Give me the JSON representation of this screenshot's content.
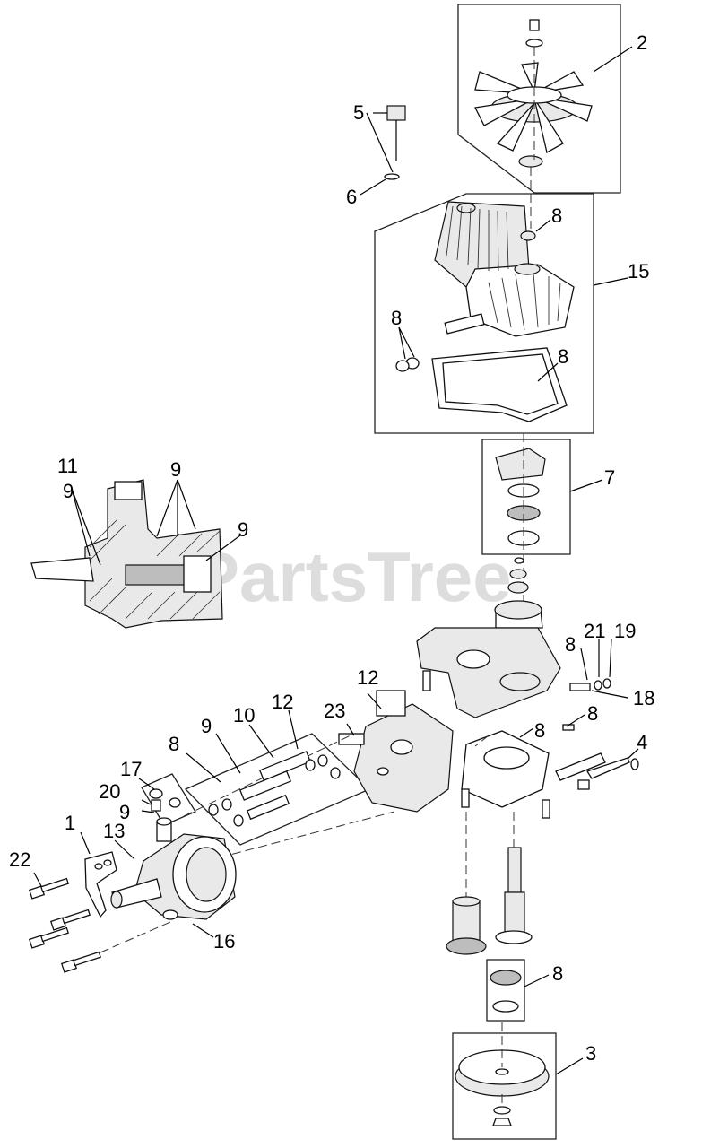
{
  "watermark": "PartsTree",
  "callouts": {
    "c1": "1",
    "c2": "2",
    "c3": "3",
    "c4": "4",
    "c5": "5",
    "c6": "6",
    "c7": "7",
    "c8a": "8",
    "c8b": "8",
    "c8c": "8",
    "c8d": "8",
    "c8e": "8",
    "c8f": "8",
    "c8g": "8",
    "c8h": "8",
    "c9a": "9",
    "c9b": "9",
    "c9c": "9",
    "c9d": "9",
    "c9e": "9",
    "c10": "10",
    "c11": "11",
    "c12a": "12",
    "c12b": "12",
    "c13": "13",
    "c15": "15",
    "c16": "16",
    "c17": "17",
    "c18": "18",
    "c19": "19",
    "c20": "20",
    "c21": "21",
    "c22": "22",
    "c23": "23"
  }
}
